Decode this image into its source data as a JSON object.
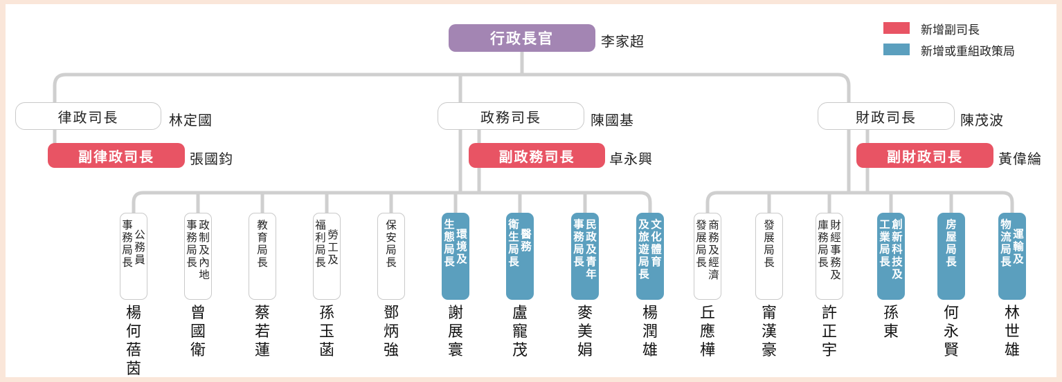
{
  "chief": {
    "title": "行政長官",
    "name": "李家超"
  },
  "legend": [
    {
      "label": "新增副司長",
      "color": "#e85464"
    },
    {
      "label": "新增或重組政策局",
      "color": "#5b9fbe"
    }
  ],
  "secretaries": [
    {
      "title": "律政司長",
      "name": "林定國",
      "deputy_title": "副律政司長",
      "deputy_name": "張國鈞"
    },
    {
      "title": "政務司長",
      "name": "陳國基",
      "deputy_title": "副政務司長",
      "deputy_name": "卓永興"
    },
    {
      "title": "財政司長",
      "name": "陳茂波",
      "deputy_title": "副財政司長",
      "deputy_name": "黃偉綸"
    }
  ],
  "bureaus": [
    {
      "columns": [
        "公務員",
        "事務局長"
      ],
      "name": "楊何蓓茵",
      "type": "existing"
    },
    {
      "columns": [
        "政制及內地",
        "事務局長"
      ],
      "name": "曾國衛",
      "type": "existing"
    },
    {
      "columns": [
        "教育局長"
      ],
      "name": "蔡若蓮",
      "type": "existing"
    },
    {
      "columns": [
        "勞工及",
        "福利局長"
      ],
      "name": "孫玉菡",
      "type": "existing"
    },
    {
      "columns": [
        "保安局長"
      ],
      "name": "鄧炳強",
      "type": "existing"
    },
    {
      "columns": [
        "環境及",
        "生態局長"
      ],
      "name": "謝展寰",
      "type": "new"
    },
    {
      "columns": [
        "醫務",
        "衛生局長"
      ],
      "name": "盧寵茂",
      "type": "new"
    },
    {
      "columns": [
        "民政及青年",
        "事務局長"
      ],
      "name": "麥美娟",
      "type": "new"
    },
    {
      "columns": [
        "文化體育",
        "及旅遊局長"
      ],
      "name": "楊潤雄",
      "type": "new"
    },
    {
      "columns": [
        "商務及經濟",
        "發展局長"
      ],
      "name": "丘應樺",
      "type": "existing"
    },
    {
      "columns": [
        "發展局長"
      ],
      "name": "甯漢豪",
      "type": "existing"
    },
    {
      "columns": [
        "財經事務及",
        "庫務局長"
      ],
      "name": "許正宇",
      "type": "existing"
    },
    {
      "columns": [
        "創新科技及",
        "工業局長"
      ],
      "name": "孫東",
      "type": "new"
    },
    {
      "columns": [
        "房屋局長"
      ],
      "name": "何永賢",
      "type": "new"
    },
    {
      "columns": [
        "運輸及",
        "物流局長"
      ],
      "name": "林世雄",
      "type": "new"
    }
  ]
}
